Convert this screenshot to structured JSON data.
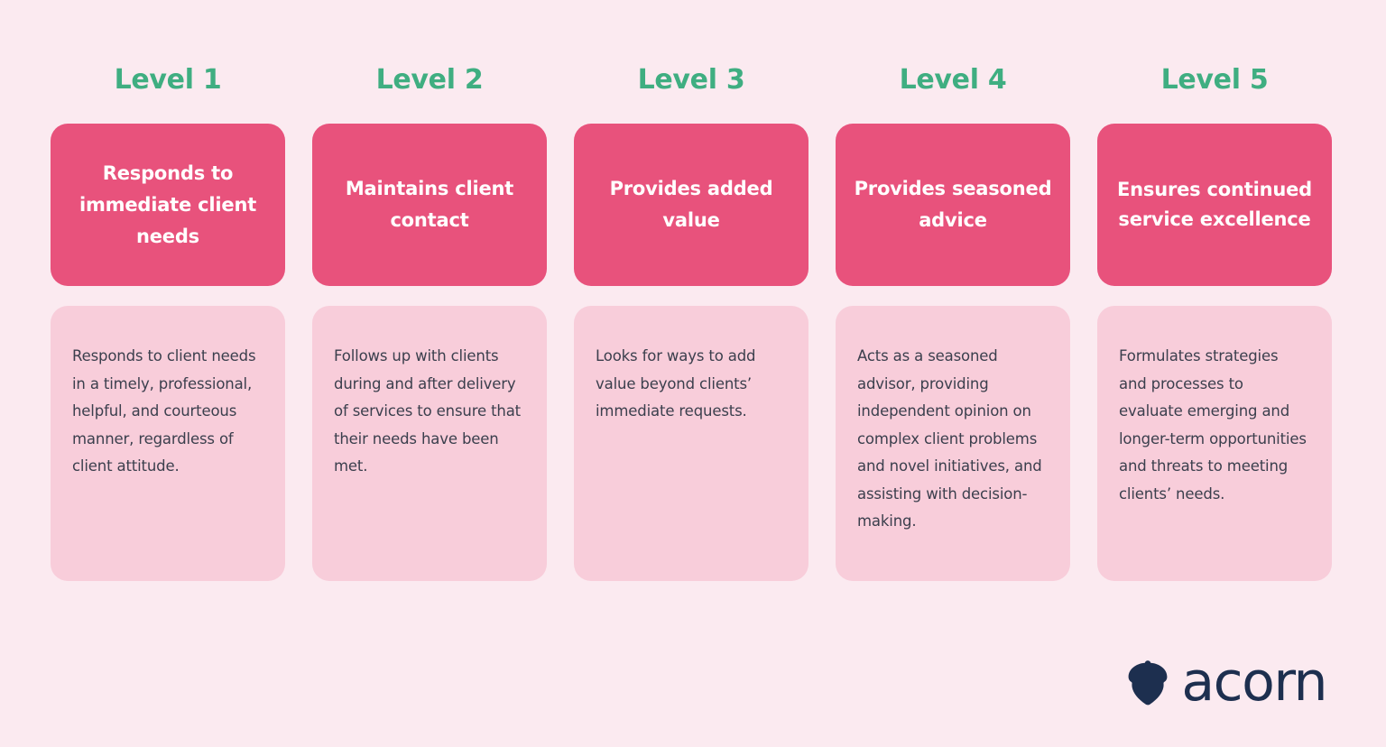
{
  "theme": {
    "background": "#fbeaf0",
    "accent_green": "#3fae81",
    "card_pink": "#e8527c",
    "card_light_pink": "#f8cdda",
    "body_text": "#3b3f4d",
    "logo_navy": "#1d2f4f"
  },
  "chart_data": {
    "type": "table",
    "title": "",
    "categories": [
      "Level 1",
      "Level 2",
      "Level 3",
      "Level 4",
      "Level 5"
    ],
    "series": [
      {
        "name": "Competency",
        "values": [
          "Responds to immediate client needs",
          "Maintains client contact",
          "Provides added value",
          "Provides seasoned advice",
          "Ensures continued service excellence"
        ]
      },
      {
        "name": "Description",
        "values": [
          "Responds to client needs in a timely, professional, helpful, and courteous manner, regardless of client attitude.",
          "Follows up with clients during and after delivery of services to ensure that their needs have been met.",
          "Looks for ways to add value beyond clients’ immediate requests.",
          "Acts as a seasoned advisor, providing independent opinion on complex client problems and novel initiatives, and assisting with decision-making.",
          "Formulates strategies and processes to evaluate emerging and longer-term opportunities and threats to meeting clients’ needs."
        ]
      }
    ]
  },
  "columns": [
    {
      "level": "Level 1",
      "title": "Responds to immediate client needs",
      "description": "Responds to client needs in a timely, professional, helpful, and courteous manner, regardless of client attitude."
    },
    {
      "level": "Level 2",
      "title": "Maintains client contact",
      "description": "Follows up with clients during and after delivery of services to ensure that their needs have been met."
    },
    {
      "level": "Level 3",
      "title": "Provides added value",
      "description": "Looks for ways to add value beyond clients’ immediate requests."
    },
    {
      "level": "Level 4",
      "title": "Provides seasoned advice",
      "description": "Acts as a seasoned advisor, providing independent opinion on complex client problems and novel initiatives, and assisting with decision-making."
    },
    {
      "level": "Level 5",
      "title": "Ensures continued service excellence",
      "description": "Formulates strategies and processes to evaluate emerging and longer-term opportunities and threats to meeting clients’ needs."
    }
  ],
  "logo": {
    "wordmark": "acorn",
    "mark": "acorn-icon"
  }
}
